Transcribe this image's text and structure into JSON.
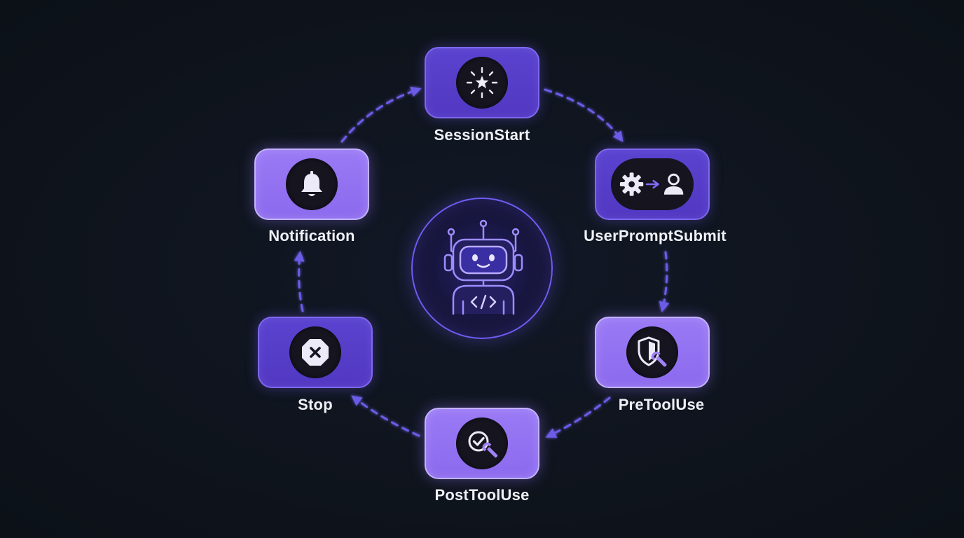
{
  "colors": {
    "background": "#0f141c",
    "node_dark": "#5238c2",
    "node_light": "#8c6aee",
    "edge": "#6c5ce7",
    "label": "#eef0f6"
  },
  "center": {
    "icon": "robot-code-icon"
  },
  "nodes": [
    {
      "id": "session_start",
      "label": "SessionStart",
      "icon": "sparkle-star-icon"
    },
    {
      "id": "user_prompt_submit",
      "label": "UserPromptSubmit",
      "icon": "gear-to-user-icon"
    },
    {
      "id": "pre_tool_use",
      "label": "PreToolUse",
      "icon": "shield-wrench-icon"
    },
    {
      "id": "post_tool_use",
      "label": "PostToolUse",
      "icon": "check-wrench-icon"
    },
    {
      "id": "stop",
      "label": "Stop",
      "icon": "stop-octagon-icon"
    },
    {
      "id": "notification",
      "label": "Notification",
      "icon": "bell-icon"
    }
  ]
}
